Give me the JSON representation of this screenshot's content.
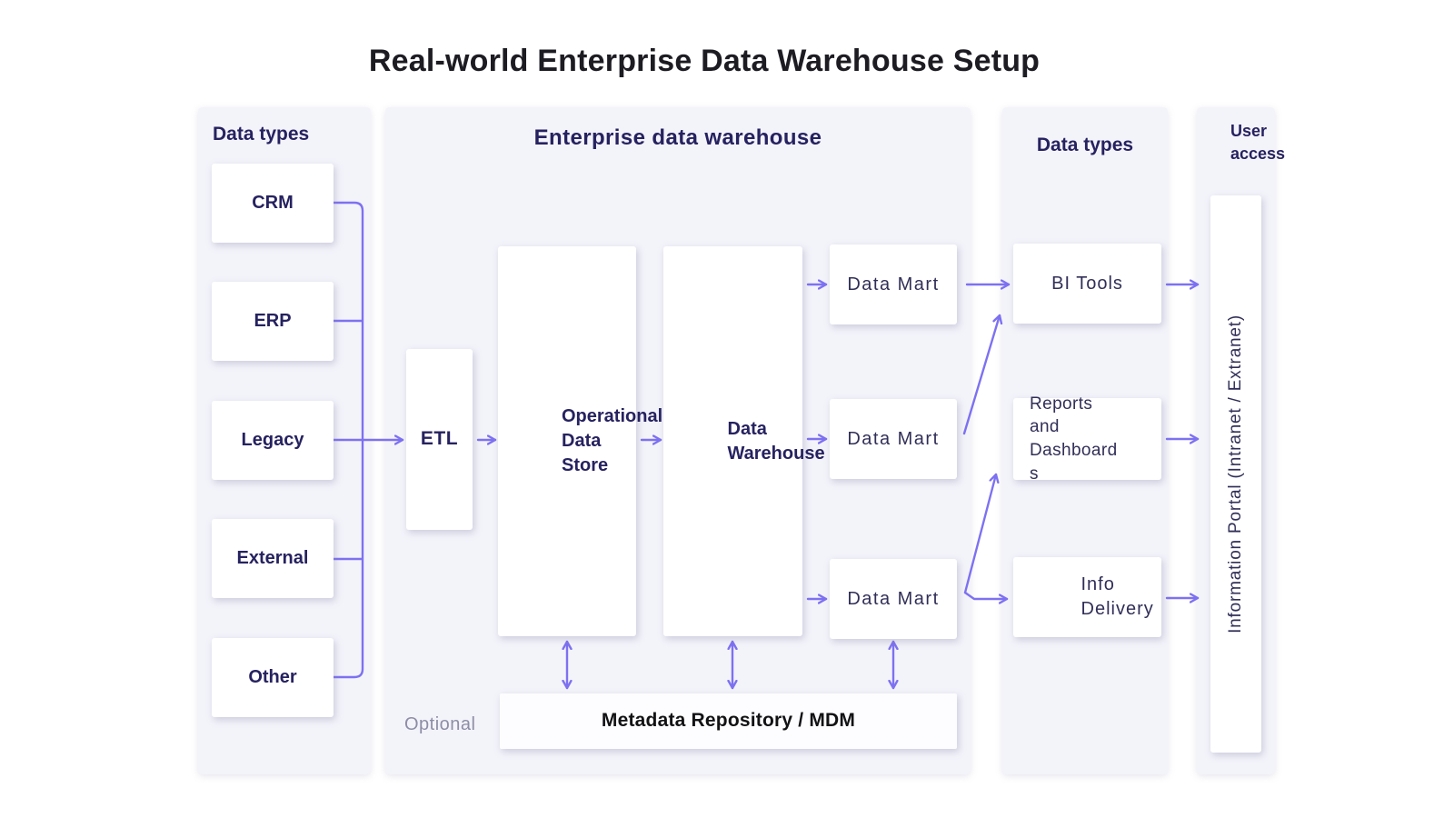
{
  "title": "Real-world Enterprise Data Warehouse Setup",
  "colors": {
    "accent_purple": "#7d71f1",
    "panel_background": "#f3f3fa",
    "heading_navy": "#262260",
    "label_navy": "#312f58",
    "muted_gray": "#8d8da6"
  },
  "left_panel": {
    "heading": "Data types",
    "boxes": [
      "CRM",
      "ERP",
      "Legacy",
      "External",
      "Other"
    ]
  },
  "edw_panel": {
    "heading": "Enterprise data warehouse",
    "etl_label": "ETL",
    "ods_label": "Operational Data Store",
    "warehouse_label": "Data Warehouse",
    "data_mart_labels": [
      "Data Mart",
      "Data Mart",
      "Data Mart"
    ],
    "optional_label": "Optional",
    "metadata_label": "Metadata Repository / MDM"
  },
  "right_panel": {
    "heading": "Data types",
    "boxes": [
      "BI Tools",
      "Reports and Dashboards",
      "Info Delivery"
    ]
  },
  "user_access_panel": {
    "heading": "User access",
    "portal_label": "Information Portal (Intranet / Extranet)"
  }
}
